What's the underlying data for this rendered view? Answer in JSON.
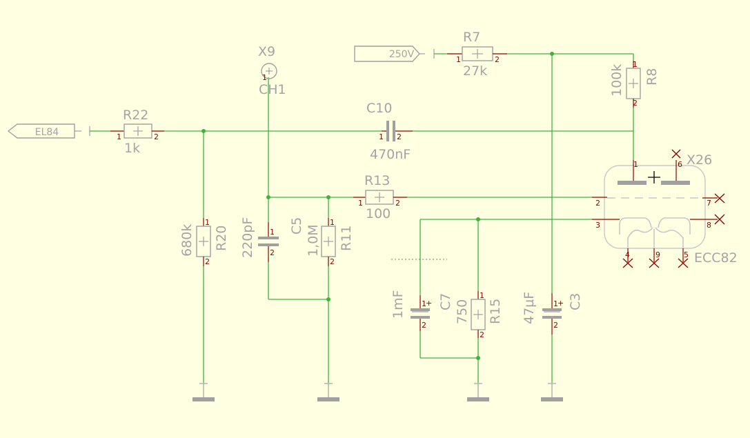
{
  "ports": {
    "el84": "EL84",
    "v250": "250V"
  },
  "resistors": {
    "r22": {
      "name": "R22",
      "value": "1k"
    },
    "r7": {
      "name": "R7",
      "value": "27k"
    },
    "r8": {
      "name": "R8",
      "value": "100k"
    },
    "r13": {
      "name": "R13",
      "value": "100"
    },
    "r20": {
      "name": "R20",
      "value": "680k"
    },
    "r11": {
      "name": "R11",
      "value": "1,0M"
    },
    "r15": {
      "name": "R15",
      "value": "750"
    }
  },
  "capacitors": {
    "c10": {
      "name": "C10",
      "value": "470nF"
    },
    "c5": {
      "name": "C5",
      "value": "220pF"
    },
    "c7": {
      "name": "C7",
      "value": "1mF"
    },
    "c3": {
      "name": "C3",
      "value": "47µF"
    }
  },
  "test_point": {
    "name": "X9",
    "value": "CH1"
  },
  "tube": {
    "name": "X26",
    "value": "ECC82",
    "pins": [
      "1",
      "2",
      "3",
      "4",
      "5",
      "6",
      "7",
      "8",
      "9"
    ]
  },
  "pin_labels": {
    "one": "1",
    "two": "2",
    "plus": "+"
  },
  "colors": {
    "background": "#ffffe1",
    "wire": "#3cb43c",
    "part": "#a0a0a0",
    "pin": "#8b0000"
  }
}
